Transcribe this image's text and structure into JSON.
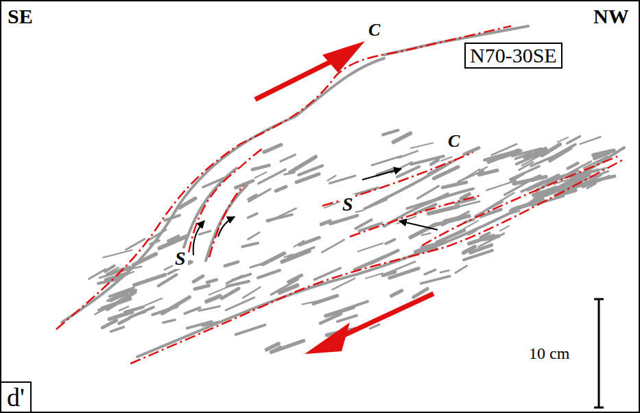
{
  "diagram": {
    "nodes": [
      {
        "text": [
          "N70-30SE"
        ]
      },
      {
        "text": [
          "d'"
        ]
      }
    ],
    "labels": [
      "SE",
      "NW",
      "C",
      "C",
      "S",
      "S",
      "10 cm"
    ]
  }
}
